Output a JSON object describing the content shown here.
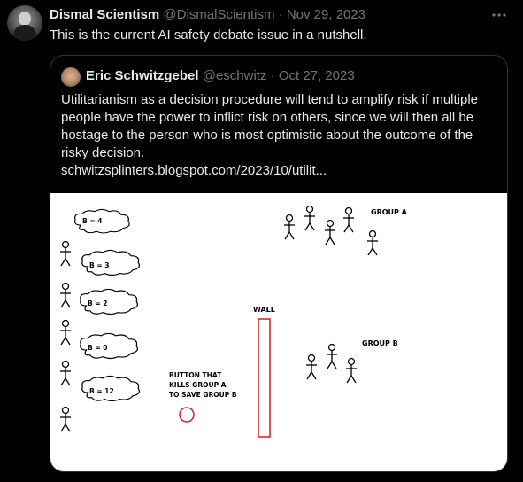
{
  "tweet": {
    "author_name": "Dismal Scientism",
    "author_handle": "@DismalScientism",
    "separator": "·",
    "date": "Nov 29, 2023",
    "more_icon": "more-horizontal-icon",
    "text": "This is the current AI safety debate issue in a nutshell."
  },
  "quoted_tweet": {
    "author_name": "Eric Schwitzgebel",
    "author_handle": "@eschwitz",
    "separator": "·",
    "date": "Oct 27, 2023",
    "text": "Utilitarianism as a decision procedure will tend to amplify risk if multiple people have the power to inflict risk on others, since we will then all be hostage to the person who is most optimistic about the outcome of the risky decision.",
    "link": "schwitzsplinters.blogspot.com/2023/10/utilit..."
  },
  "illustration": {
    "group_a_label": "GROUP A",
    "group_b_label": "GROUP B",
    "wall_label": "WALL",
    "button_label_lines": [
      "BUTTON THAT",
      "KILLS GROUP A",
      "TO SAVE GROUP B"
    ],
    "thought_bubbles": [
      "B = 4",
      "B = 3",
      "B = 2",
      "B = 0",
      "B = 12"
    ],
    "wall_color": "#d62b2b",
    "button_color": "#d62b2b"
  }
}
